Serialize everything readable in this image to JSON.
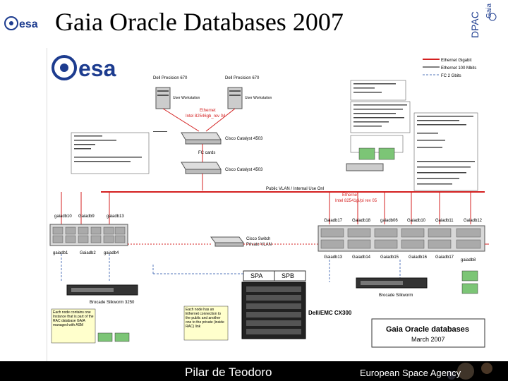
{
  "slide": {
    "title": "Gaia Oracle Databases 2007",
    "footer_author": "Pilar de Teodoro",
    "footer_agency": "European Space Agency",
    "dpac_logo_text": "DPAC",
    "dpac_gaia_text": "Gaia"
  },
  "diagram": {
    "esa_logo_text": "esa",
    "legend": {
      "item1": "Ethernet Gigabit",
      "item2": "Ethernet 100 Mbits",
      "item3": "FC 2 Gbits"
    },
    "workstation_left": "Dell Precision 670",
    "workstation_right": "Dell Precision 670",
    "workstation_left_role": "User Workstation",
    "workstation_right_role": "User Workstation",
    "ethernet_top": "Ethernet",
    "ethernet_top_detail": "Intel 82546gb_rev 04",
    "switch1": "Cisco Catalyst 4503",
    "fc_cards": "FC cards",
    "switch2": "Cisco Catalyst 4503",
    "vlan_label": "Public VLAN / Internal Use Onl",
    "ethernet_mid": "Ethernet",
    "ethernet_mid_detail": "Intel 82541gi/pi rev 05",
    "private_vlan_line1": "Cisco Switch",
    "private_vlan_line2": "Private VLAN",
    "left_nodes_top": [
      "gaiadb10",
      "Gaiadb9",
      "gaiadb13"
    ],
    "left_nodes_bottom": [
      "gaiadb1",
      "Gaiadb2",
      "gaiadb4"
    ],
    "right_nodes_top": [
      "Gaiadb17",
      "Gaiadb18",
      "gaiadb06",
      "Gaiadb10",
      "Gaiadb11",
      "Gaiadb12"
    ],
    "right_nodes_bottom": [
      "Gaiadb13",
      "Gaiadb14",
      "Gaiadb15",
      "Gaiadb16",
      "Gaiadb17"
    ],
    "gaiadb_right": "gaiadb8",
    "spa": "SPA",
    "spb": "SPB",
    "brocade_left": "Brocade Silkworm 3250",
    "brocade_right": "Brocade Silkworm",
    "storage": "Dell/EMC CX300",
    "note_left": "Each node contains one Instance that is part of the RAC database GAIA managed with ASM",
    "note_right": "Each node has an Ethernet connection to the public and another one to the private (inside RAC) link",
    "caption_title": "Gaia Oracle databases",
    "caption_date": "March 2007"
  },
  "colors": {
    "network_red": "#d42020",
    "network_blue": "#5577bb",
    "note_yellow": "#ffffcc",
    "disk_green": "#7cc576"
  }
}
